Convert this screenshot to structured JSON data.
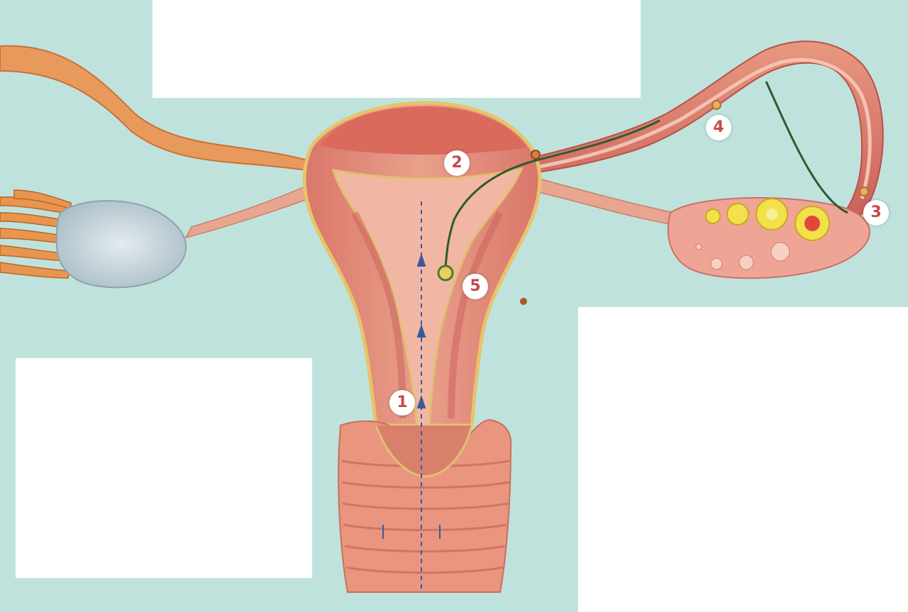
{
  "colors": {
    "background": "#bfe3dc",
    "tissue": "#e8907f",
    "tissue_dark": "#c9605a",
    "tissue_light": "#f2b49e",
    "fimbriae": "#e8964f",
    "ovary_left": "#ccd9e0",
    "follicle": "#f2e14a",
    "arrow": "#3a5a9a",
    "label_text": "#c44a4a"
  },
  "labels": [
    {
      "id": "1",
      "text": "1"
    },
    {
      "id": "2",
      "text": "2"
    },
    {
      "id": "3",
      "text": "3"
    },
    {
      "id": "4",
      "text": "4"
    },
    {
      "id": "5",
      "text": "5"
    }
  ],
  "answer_boxes": [
    "top",
    "bottom-left",
    "right"
  ],
  "icons": [
    "sperm-arrow-icon",
    "ovum-icon",
    "embryo-icon"
  ]
}
